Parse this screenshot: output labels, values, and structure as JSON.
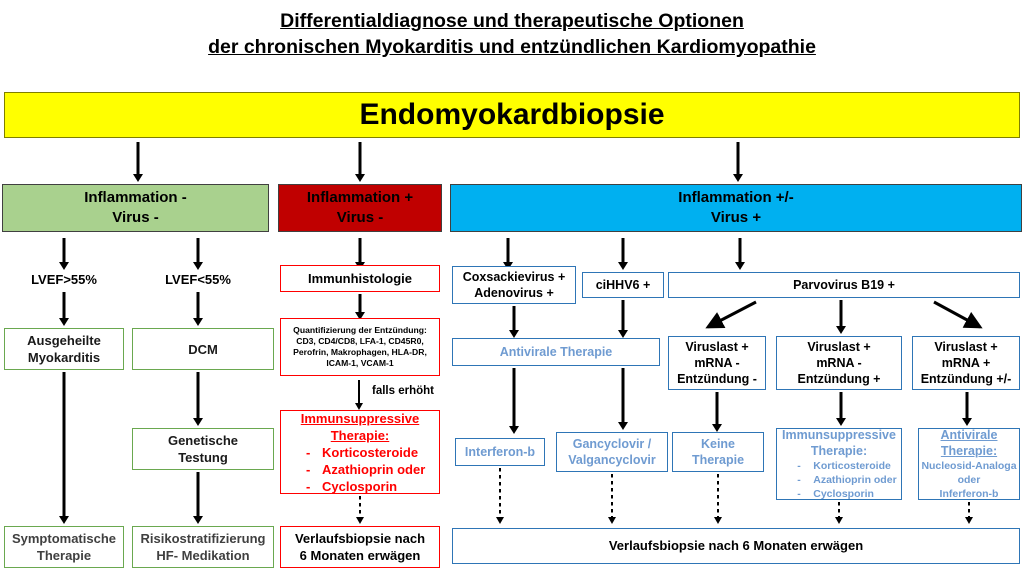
{
  "title": {
    "line1": "Differentialdiagnose und therapeutische Optionen",
    "line2": "der chronischen Myokarditis und entzündlichen Kardiomyopathie"
  },
  "root": {
    "label": "Endomyokardbiopsie"
  },
  "colors": {
    "yellow": "#ffff00",
    "green": "#a9d18e",
    "red": "#c00000",
    "blue": "#00b0f0",
    "green_border": "#6aa84f",
    "red_border": "#ff0000",
    "blue_border": "#2e75b6",
    "blue_text": "#6f9bd1",
    "red_text": "#ff0000"
  },
  "branches": {
    "green": {
      "header_line1": "Inflammation -",
      "header_line2": "Virus -",
      "lvef_high": "LVEF>55%",
      "lvef_low": "LVEF<55%",
      "healed_line1": "Ausgeheilte",
      "healed_line2": "Myokarditis",
      "dcm": "DCM",
      "genetic_line1": "Genetische",
      "genetic_line2": "Testung",
      "symptomatic_line1": "Symptomatische",
      "symptomatic_line2": "Therapie",
      "risk_line1": "Risikostratifizierung",
      "risk_line2": "HF- Medikation"
    },
    "red": {
      "header_line1": "Inflammation +",
      "header_line2": "Virus -",
      "immunohistology": "Immunhistologie",
      "quant_line1": "Quantifizierung der Entzündung:",
      "quant_line2": "CD3, CD4/CD8, LFA-1, CD45R0,",
      "quant_line3": "Perofrin, Makrophagen, HLA-DR,",
      "quant_line4": "ICAM-1, VCAM-1",
      "if_elevated": "falls erhöht",
      "immunosuppressive_line1": "Immunsuppressive",
      "immunosuppressive_line2": "Therapie:",
      "drug1": "Korticosteroide",
      "drug2": "Azathioprin oder",
      "drug3": "Cyclosporin",
      "dash": "-",
      "followup_line1": "Verlaufsbiopsie nach",
      "followup_line2": "6 Monaten erwägen"
    },
    "blue": {
      "header_line1": "Inflammation +/-",
      "header_line2": "Virus +",
      "coxsackie_line1": "Coxsackievirus +",
      "coxsackie_line2": "Adenovirus +",
      "cihhv6": "ciHHV6 +",
      "parvovirus": "Parvovirus B19 +",
      "antiviral_therapy": "Antivirale Therapie",
      "interferon": "Interferon-b",
      "gancyclovir_line1": "Gancyclovir /",
      "gancyclovir_line2": "Valgancyclovir",
      "pv1_line1": "Viruslast +",
      "pv1_line2": "mRNA -",
      "pv1_line3": "Entzündung -",
      "pv2_line1": "Viruslast +",
      "pv2_line2": "mRNA  -",
      "pv2_line3": "Entzündung +",
      "pv3_line1": "Viruslast +",
      "pv3_line2": "mRNA +",
      "pv3_line3": "Entzündung +/-",
      "no_therapy_line1": "Keine",
      "no_therapy_line2": "Therapie",
      "immunosuppressive_line1": "Immunsuppressive",
      "immunosuppressive_line2": "Therapie:",
      "drug1": "Korticosteroide",
      "drug2": "Azathioprin oder",
      "drug3": "Cyclosporin",
      "dash": "-",
      "antiviral_line1": "Antivirale",
      "antiviral_line2": "Therapie:",
      "antiviral_line3": "Nucleosid-Analoga",
      "antiviral_line4": "oder",
      "antiviral_line5": "Inferferon-b",
      "followup": "Verlaufsbiopsie nach 6 Monaten erwägen"
    }
  }
}
